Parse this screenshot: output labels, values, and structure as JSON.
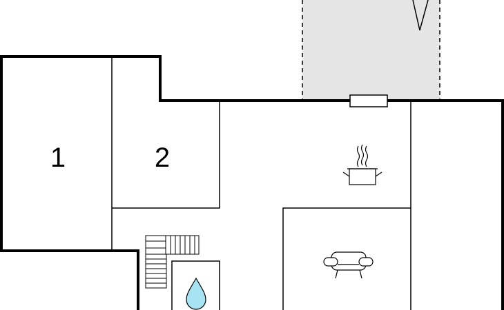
{
  "floorplan": {
    "rooms": [
      {
        "label": "1"
      },
      {
        "label": "2"
      }
    ],
    "icons": [
      {
        "name": "cooking-pot-icon",
        "meaning": "kitchen"
      },
      {
        "name": "sofa-icon",
        "meaning": "living room"
      },
      {
        "name": "water-drop-icon",
        "meaning": "bathroom"
      },
      {
        "name": "staircase-icon",
        "meaning": "stairs"
      },
      {
        "name": "north-arrow-icon",
        "meaning": "orientation"
      }
    ],
    "colors": {
      "wall": "#000000",
      "terrace_fill": "#e5e5e5",
      "water_drop": "#a6e4f3",
      "background": "#ffffff"
    }
  }
}
